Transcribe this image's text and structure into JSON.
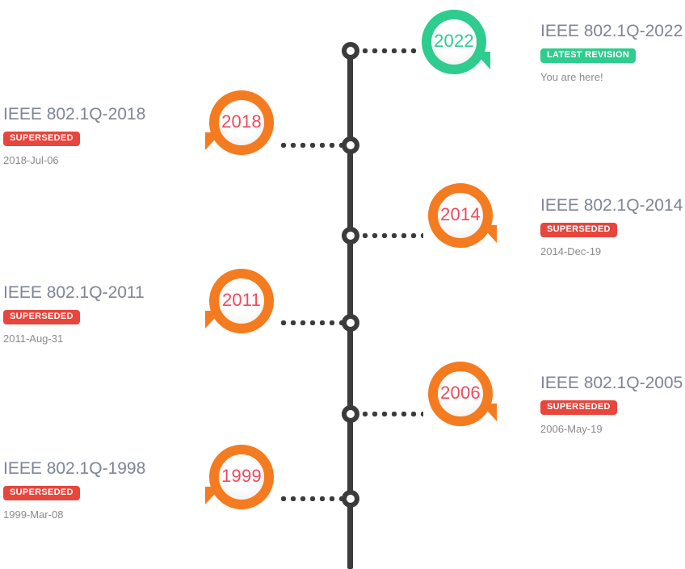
{
  "timeline": {
    "axis": {
      "color": "#3b3b3b"
    },
    "colors": {
      "orange": "#f47b20",
      "green": "#2ecc8f",
      "badge_superseded": "#e8453c",
      "badge_latest": "#2ecc8f",
      "title": "#7d8595",
      "year_text": "#ef4a5c"
    },
    "entries": [
      {
        "year": "2022",
        "title": "IEEE 802.1Q-2022",
        "badge": "LATEST REVISION",
        "note": "You are here!",
        "date": "",
        "side": "right"
      },
      {
        "year": "2018",
        "title": "IEEE 802.1Q-2018",
        "badge": "SUPERSEDED",
        "note": "",
        "date": "2018-Jul-06",
        "side": "left"
      },
      {
        "year": "2014",
        "title": "IEEE 802.1Q-2014",
        "badge": "SUPERSEDED",
        "note": "",
        "date": "2014-Dec-19",
        "side": "right"
      },
      {
        "year": "2011",
        "title": "IEEE 802.1Q-2011",
        "badge": "SUPERSEDED",
        "note": "",
        "date": "2011-Aug-31",
        "side": "left"
      },
      {
        "year": "2006",
        "title": "IEEE 802.1Q-2005",
        "badge": "SUPERSEDED",
        "note": "",
        "date": "2006-May-19",
        "side": "right"
      },
      {
        "year": "1999",
        "title": "IEEE 802.1Q-1998",
        "badge": "SUPERSEDED",
        "note": "",
        "date": "1999-Mar-08",
        "side": "left"
      }
    ]
  }
}
